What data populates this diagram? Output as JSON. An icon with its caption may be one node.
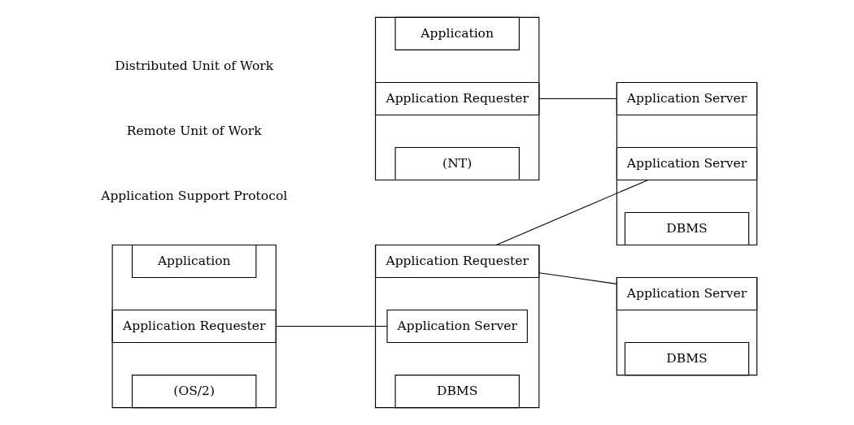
{
  "diagram": {
    "nodes": [
      {
        "text": [],
        "shape": "box"
      },
      {
        "text": [
          "Application"
        ],
        "in": 0
      },
      {
        "text": [
          "Application Requester"
        ],
        "in": 0
      },
      {
        "text": [
          "(NT)"
        ],
        "in": 0
      },
      {
        "text": [],
        "shape": "box"
      },
      {
        "text": [
          "Application"
        ],
        "in": 4
      },
      {
        "text": [
          "Application Requester"
        ],
        "in": 4
      },
      {
        "text": [
          "(OS/2)"
        ],
        "in": 4
      },
      {
        "text": [],
        "shape": "box"
      },
      {
        "text": [
          "Application Requester"
        ],
        "in": 8
      },
      {
        "text": [
          "Application Server"
        ],
        "in": 8
      },
      {
        "text": [
          "DBMS"
        ],
        "in": 8
      },
      {
        "text": [],
        "shape": "box"
      },
      {
        "text": [
          "Application Server"
        ],
        "in": 12
      },
      {
        "text": [
          "Application Server"
        ],
        "in": 12
      },
      {
        "text": [
          "DBMS"
        ],
        "in": 12
      },
      {
        "text": [],
        "shape": "box"
      },
      {
        "text": [
          "Application Server"
        ],
        "in": 16
      },
      {
        "text": [
          "DBMS"
        ],
        "in": 16
      }
    ],
    "edges": [
      {
        "from": 2,
        "to": 13,
        "arrow": "none"
      },
      {
        "from": 6,
        "to": 10,
        "arrow": "none"
      },
      {
        "from": 9,
        "to": 14,
        "arrow": "none"
      },
      {
        "from": 9,
        "to": 17,
        "arrow": "none"
      }
    ],
    "labels": [
      "Application Support Protocol",
      "Remote Unit of Work",
      "Distributed Unit of Work"
    ]
  }
}
